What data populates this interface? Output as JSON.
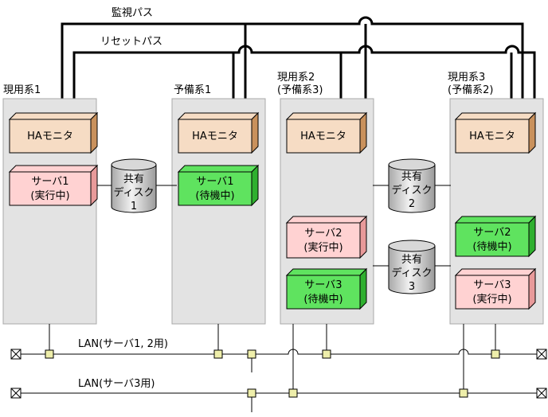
{
  "labels": {
    "monitor_bus": "監視パス",
    "reset_bus": "リセットパス",
    "lan1": "LAN(サーバ1, 2用)",
    "lan2": "LAN(サーバ3用)"
  },
  "nodes": [
    {
      "title_line1": "現用系1",
      "title_line2": ""
    },
    {
      "title_line1": "予備系1",
      "title_line2": ""
    },
    {
      "title_line1": "現用系2",
      "title_line2": "(予備系3)"
    },
    {
      "title_line1": "現用系3",
      "title_line2": "(予備系2)"
    }
  ],
  "ha_monitor": "HAモニタ",
  "servers": {
    "s1_active": {
      "line1": "サーバ1",
      "line2": "(実行中)"
    },
    "s1_standby": {
      "line1": "サーバ1",
      "line2": "(待機中)"
    },
    "s2_active": {
      "line1": "サーバ2",
      "line2": "(実行中)"
    },
    "s3_standby": {
      "line1": "サーバ3",
      "line2": "(待機中)"
    },
    "s2_standby": {
      "line1": "サーバ2",
      "line2": "(待機中)"
    },
    "s3_active": {
      "line1": "サーバ3",
      "line2": "(実行中)"
    }
  },
  "disks": [
    {
      "line1": "共有",
      "line2": "ディスク",
      "line3": "1"
    },
    {
      "line1": "共有",
      "line2": "ディスク",
      "line3": "2"
    },
    {
      "line1": "共有",
      "line2": "ディスク",
      "line3": "3"
    }
  ],
  "colors": {
    "node_bg": "#e3e3e3",
    "ha_face": "#f6dcc4",
    "ha_side": "#c9915c",
    "active_face": "#ffd2d2",
    "active_side": "#e89a9a",
    "standby_face": "#5fe35f",
    "standby_side": "#2fb02f",
    "disk": "#d0d0d0",
    "connector": "#eeeeaa"
  }
}
